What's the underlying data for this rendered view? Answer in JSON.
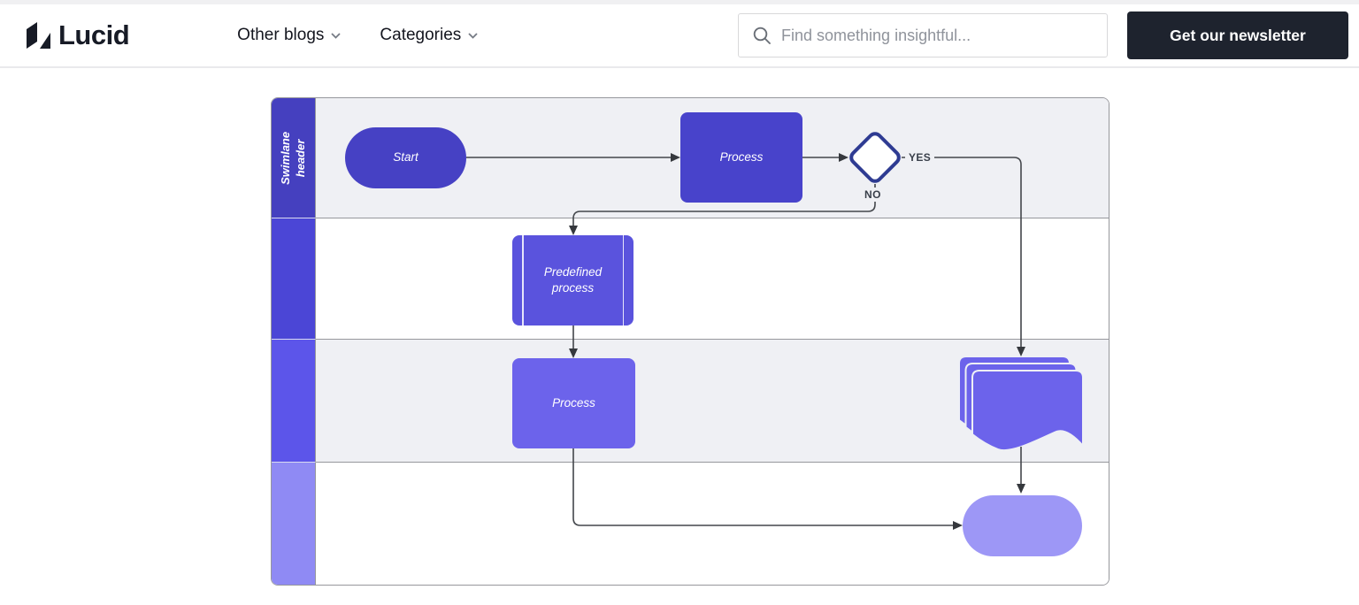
{
  "header": {
    "logo_text": "Lucid",
    "nav": [
      {
        "label": "Other blogs"
      },
      {
        "label": "Categories"
      }
    ],
    "search": {
      "placeholder": "Find something insightful..."
    },
    "newsletter_button": "Get our newsletter"
  },
  "diagram": {
    "swimlane_header": "Swimlane header",
    "nodes": {
      "start": "Start",
      "process_top": "Process",
      "predefined": "Predefined process",
      "process_mid": "Process"
    },
    "decision": {
      "yes": "YES",
      "no": "NO"
    },
    "colors": {
      "band_lane1": "#4540bf",
      "band_lane2": "#4b46d6",
      "band_lane3": "#5c55ea",
      "band_lane4": "#8f8af4",
      "shape_dark": "#4641c4",
      "shape_medium": "#5a53dd",
      "shape_light": "#6c63eb",
      "shape_terminator": "#9d97f6",
      "diamond_border": "#2e3b92",
      "lane_gray": "#eff0f4",
      "lane_white": "#ffffff",
      "connector": "#43464b",
      "newsletter_bg": "#1e232e",
      "logo_ink": "#171b26"
    }
  }
}
